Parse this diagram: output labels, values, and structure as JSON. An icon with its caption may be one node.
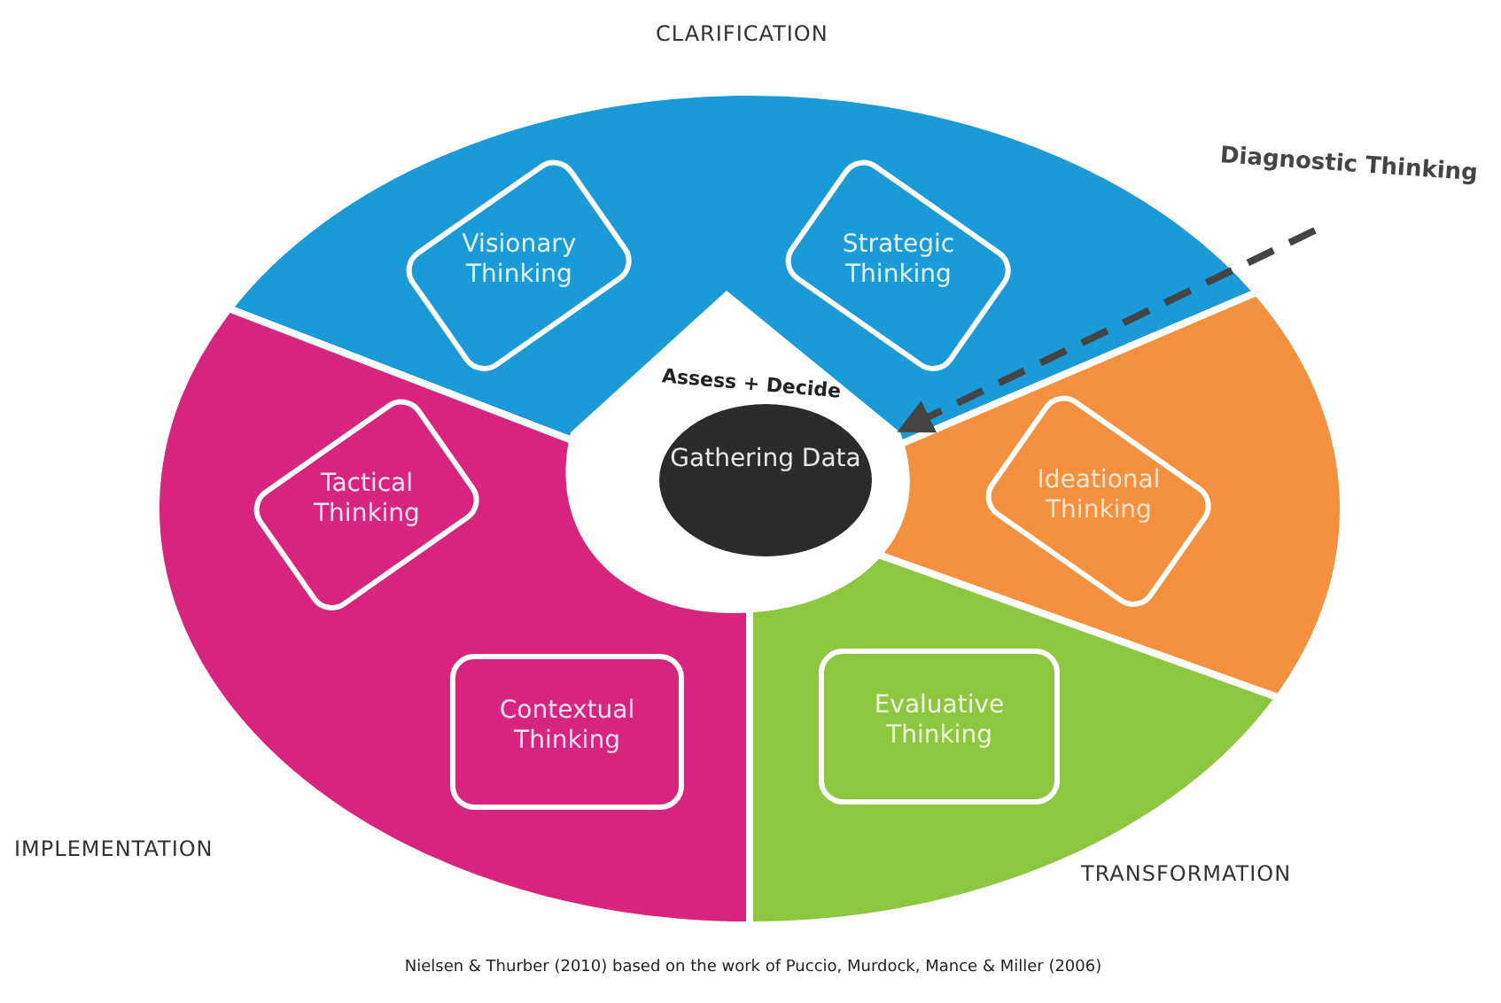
{
  "diagram": {
    "caption": "Nielsen & Thurber (2010) based on the work of Puccio, Murdock, Mance & Miller (2006)",
    "nodes": [
      {
        "text": [
          "Visionary Thinking"
        ]
      },
      {
        "text": [
          "Strategic Thinking"
        ]
      },
      {
        "text": [
          "Tactical Thinking"
        ]
      },
      {
        "text": [
          "Ideational Thinking"
        ]
      },
      {
        "text": [
          "Contextual Thinking"
        ]
      },
      {
        "text": [
          "Evaluative Thinking"
        ]
      },
      {
        "text": [
          "Assess + Decide"
        ]
      },
      {
        "text": [
          "Gathering Data"
        ],
        "in": 6
      },
      {
        "text": [
          "Diagnostic Thinking"
        ]
      }
    ],
    "edges": [
      {
        "from": 8,
        "to": 6,
        "arrow": "to",
        "style": "dashed"
      }
    ],
    "labels": [
      "CLARIFICATION",
      "IMPLEMENTATION",
      "TRANSFORMATION"
    ]
  }
}
